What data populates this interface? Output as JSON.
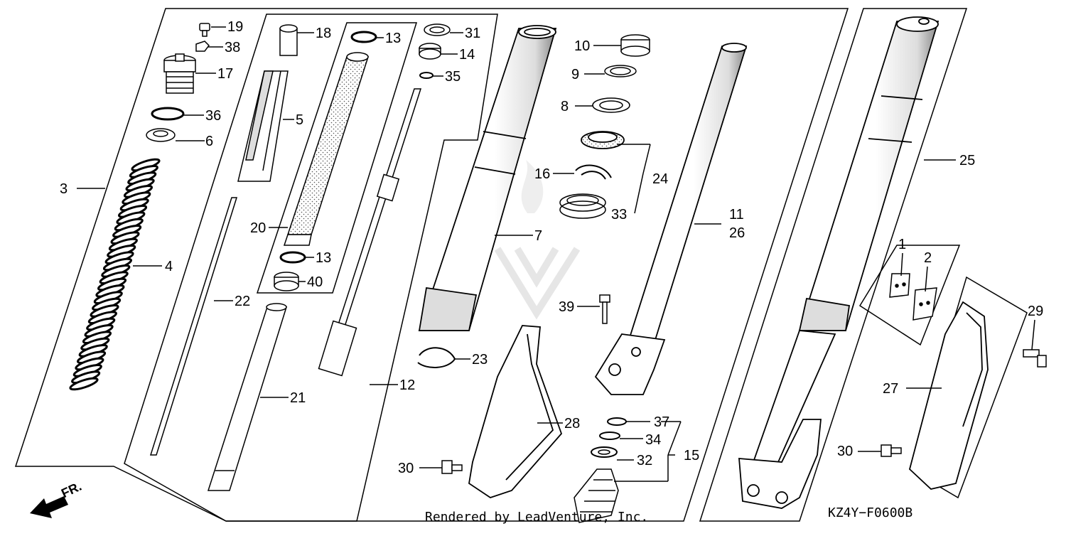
{
  "diagram": {
    "footer_credit": "Rendered by LeadVenture, Inc.",
    "diagram_code": "KZ4Y−F0600B",
    "direction_label": "FR.",
    "watermark": "LEADVENTURE",
    "line_color": "#000000",
    "watermark_color": "#e6e6e6"
  },
  "callouts": [
    {
      "id": "c19",
      "text": "19"
    },
    {
      "id": "c38",
      "text": "38"
    },
    {
      "id": "c17",
      "text": "17"
    },
    {
      "id": "c36",
      "text": "36"
    },
    {
      "id": "c6",
      "text": "6"
    },
    {
      "id": "c3",
      "text": "3"
    },
    {
      "id": "c4",
      "text": "4"
    },
    {
      "id": "c18",
      "text": "18"
    },
    {
      "id": "c5",
      "text": "5"
    },
    {
      "id": "c13a",
      "text": "13"
    },
    {
      "id": "c20",
      "text": "20"
    },
    {
      "id": "c13b",
      "text": "13"
    },
    {
      "id": "c40",
      "text": "40"
    },
    {
      "id": "c22",
      "text": "22"
    },
    {
      "id": "c21",
      "text": "21"
    },
    {
      "id": "c31",
      "text": "31"
    },
    {
      "id": "c14",
      "text": "14"
    },
    {
      "id": "c35",
      "text": "35"
    },
    {
      "id": "c12",
      "text": "12"
    },
    {
      "id": "c7",
      "text": "7"
    },
    {
      "id": "c23",
      "text": "23"
    },
    {
      "id": "c28",
      "text": "28"
    },
    {
      "id": "c30a",
      "text": "30"
    },
    {
      "id": "c10",
      "text": "10"
    },
    {
      "id": "c9",
      "text": "9"
    },
    {
      "id": "c8",
      "text": "8"
    },
    {
      "id": "c16",
      "text": "16"
    },
    {
      "id": "c24",
      "text": "24"
    },
    {
      "id": "c33",
      "text": "33"
    },
    {
      "id": "c11",
      "text": "11"
    },
    {
      "id": "c26",
      "text": "26"
    },
    {
      "id": "c39",
      "text": "39"
    },
    {
      "id": "c37",
      "text": "37"
    },
    {
      "id": "c34",
      "text": "34"
    },
    {
      "id": "c32",
      "text": "32"
    },
    {
      "id": "c15",
      "text": "15"
    },
    {
      "id": "c25",
      "text": "25"
    },
    {
      "id": "c1",
      "text": "1"
    },
    {
      "id": "c2",
      "text": "2"
    },
    {
      "id": "c29",
      "text": "29"
    },
    {
      "id": "c27",
      "text": "27"
    },
    {
      "id": "c30b",
      "text": "30"
    }
  ]
}
